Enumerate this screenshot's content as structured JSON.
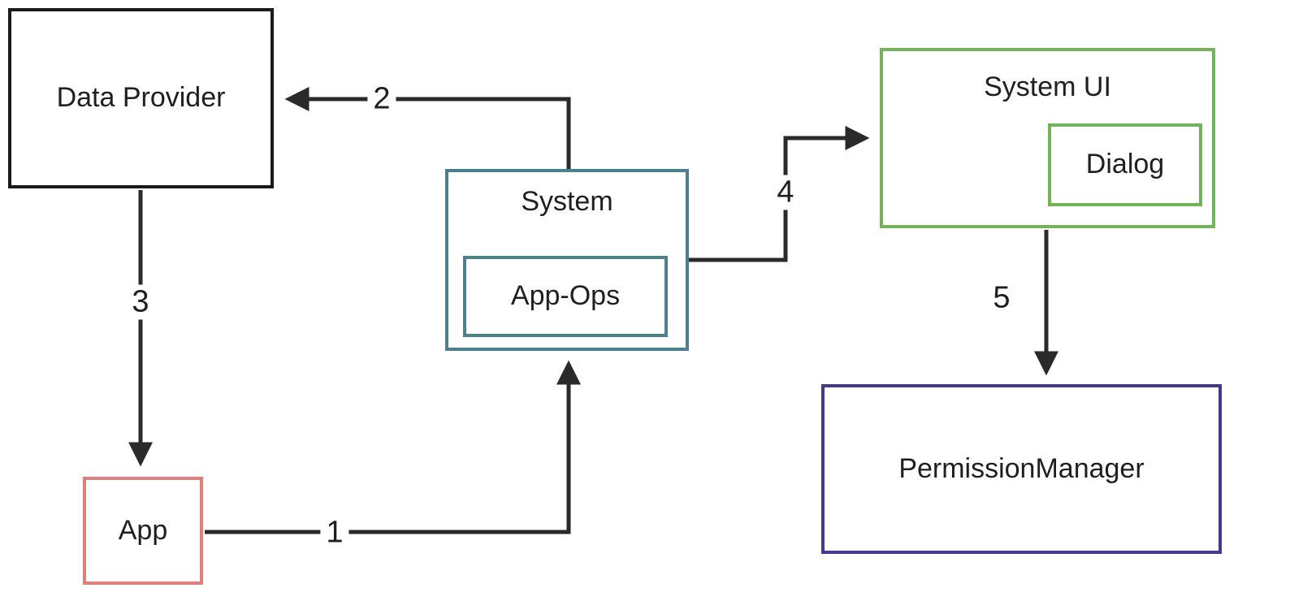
{
  "diagram": {
    "nodes": {
      "data_provider": {
        "label": "Data Provider"
      },
      "app": {
        "label": "App"
      },
      "system": {
        "label": "System",
        "inner": "App-Ops"
      },
      "system_ui": {
        "label": "System UI",
        "inner": "Dialog"
      },
      "permission_manager": {
        "label": "PermissionManager"
      }
    },
    "edges": [
      {
        "label": "1",
        "from": "app",
        "to": "system"
      },
      {
        "label": "2",
        "from": "system",
        "to": "data_provider"
      },
      {
        "label": "3",
        "from": "data_provider",
        "to": "app"
      },
      {
        "label": "4",
        "from": "system",
        "to": "system_ui"
      },
      {
        "label": "5",
        "from": "system_ui",
        "to": "permission_manager"
      }
    ]
  },
  "colors": {
    "dataProviderBorder": "#1a1a1a",
    "appBorder": "#e0807a",
    "systemBorder": "#4e7f8c",
    "systemUiBorder": "#74b35c",
    "permissionBorder": "#443a8c",
    "arrow": "#2a2a2a"
  }
}
